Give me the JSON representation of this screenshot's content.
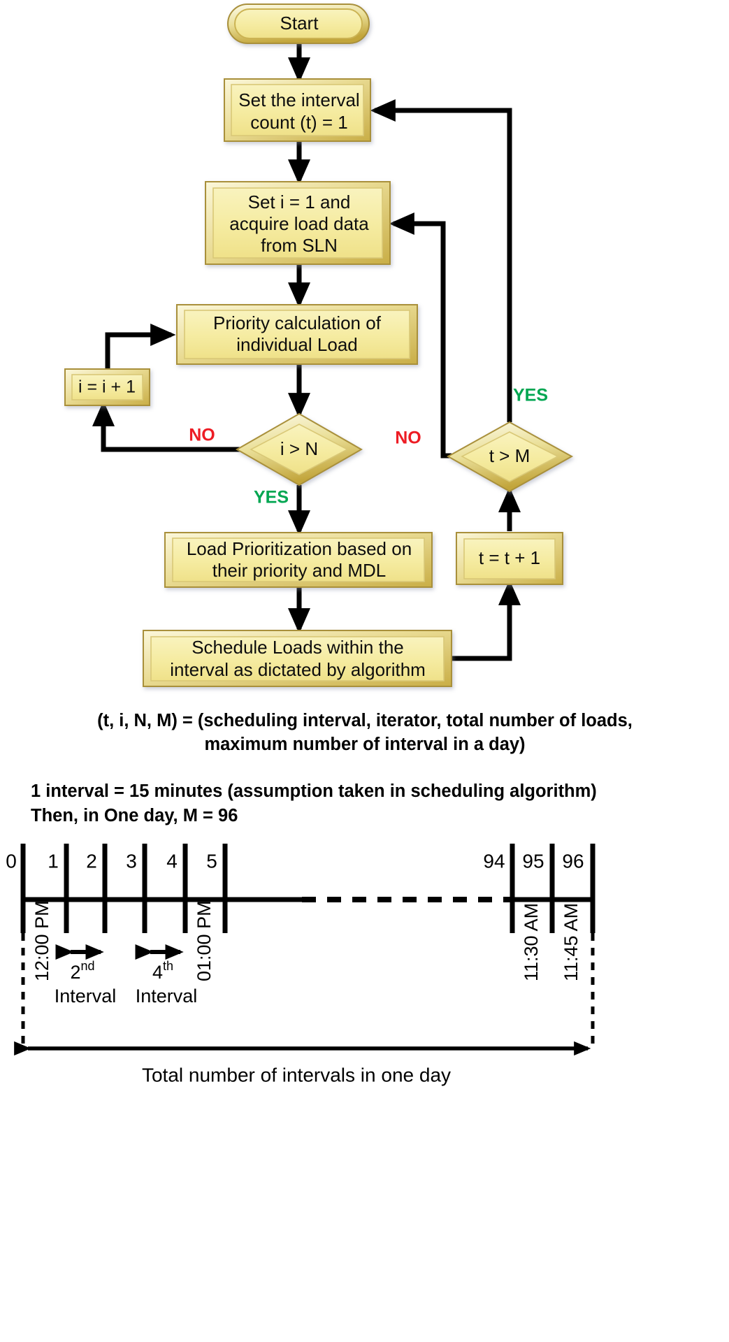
{
  "diagram": {
    "title": "Load scheduling algorithm flowchart",
    "colors": {
      "node_fill_light": "#F7F0A8",
      "node_fill": "#F2E88C",
      "node_edge_dark": "#BFA434",
      "node_bevel_light": "#FAF6CF",
      "node_bevel_mid": "#E4D582",
      "yes_color": "#00A651",
      "no_color": "#ED1C24",
      "line_color": "#000000",
      "background": "#FFFFFF"
    },
    "nodes": [
      {
        "id": "start",
        "shape": "terminator",
        "label": "Start"
      },
      {
        "id": "setT",
        "shape": "process",
        "lines": [
          "Set the interval",
          "count (t) = 1"
        ]
      },
      {
        "id": "setI",
        "shape": "process",
        "lines": [
          "Set i = 1 and",
          "acquire load data",
          "from SLN"
        ]
      },
      {
        "id": "priority",
        "shape": "process",
        "lines": [
          "Priority calculation of",
          "individual Load"
        ]
      },
      {
        "id": "incI",
        "shape": "process",
        "lines": [
          "i = i + 1"
        ]
      },
      {
        "id": "decI",
        "shape": "decision",
        "lines": [
          "i > N"
        ]
      },
      {
        "id": "decT",
        "shape": "decision",
        "lines": [
          "t > M"
        ]
      },
      {
        "id": "prioritize",
        "shape": "process",
        "lines": [
          "Load Prioritization based on",
          "their priority and MDL"
        ]
      },
      {
        "id": "incT",
        "shape": "process",
        "lines": [
          "t = t + 1"
        ]
      },
      {
        "id": "schedule",
        "shape": "process",
        "lines": [
          "Schedule Loads within the",
          "interval as dictated by algorithm"
        ]
      }
    ],
    "branch_labels": [
      {
        "id": "no-i",
        "text": "NO",
        "color": "#ED1C24"
      },
      {
        "id": "yes-i",
        "text": "YES",
        "color": "#00A651"
      },
      {
        "id": "no-t",
        "text": "NO",
        "color": "#ED1C24"
      },
      {
        "id": "yes-t",
        "text": "YES",
        "color": "#00A651"
      }
    ]
  },
  "legend": {
    "line1": "(t, i, N, M) = (scheduling interval, iterator, total number of  loads,",
    "line2": "maximum number of interval in a day)",
    "line3": "1 interval = 15 minutes (assumption taken in scheduling algorithm)",
    "line4": "Then, in One day, M = 96"
  },
  "timeline": {
    "tick_numbers_left": [
      "0",
      "1",
      "2",
      "3",
      "4",
      "5"
    ],
    "tick_numbers_right": [
      "94",
      "95",
      "96"
    ],
    "time_labels": [
      {
        "id": "t0",
        "text": "12:00 PM"
      },
      {
        "id": "t4",
        "text": "01:00 PM"
      },
      {
        "id": "t94",
        "text": "11:30 AM"
      },
      {
        "id": "t95",
        "text": "11:45 AM"
      }
    ],
    "interval_marks": [
      {
        "id": "second",
        "ordinal": "2",
        "suffix": "nd",
        "word": "Interval"
      },
      {
        "id": "fourth",
        "ordinal": "4",
        "suffix": "th",
        "word": "Interval"
      }
    ],
    "axis_caption": "Total number of intervals in one day",
    "dashed_gap": true
  }
}
